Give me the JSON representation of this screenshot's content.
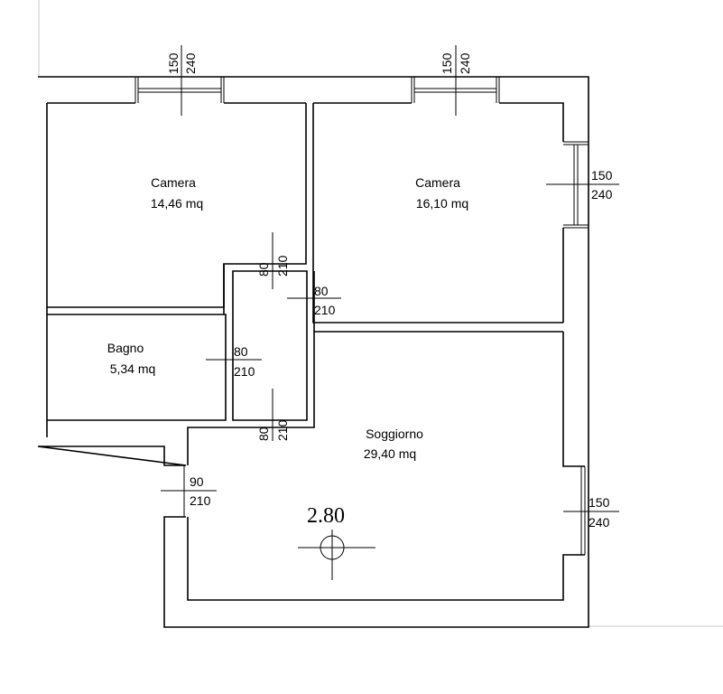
{
  "rooms": {
    "camera_left": {
      "name": "Camera",
      "area": "14,46 mq"
    },
    "camera_right": {
      "name": "Camera",
      "area": "16,10 mq"
    },
    "bagno": {
      "name": "Bagno",
      "area": "5,34 mq"
    },
    "soggiorno": {
      "name": "Soggiorno",
      "area": "29,40 mq"
    }
  },
  "windows": {
    "top_left": {
      "width": "150",
      "height": "240"
    },
    "top_right": {
      "width": "150",
      "height": "240"
    },
    "right_upper": {
      "width": "150",
      "height": "240"
    },
    "right_lower": {
      "width": "150",
      "height": "240"
    }
  },
  "doors": {
    "camera_left": {
      "width": "80",
      "height": "210"
    },
    "camera_right": {
      "width": "80",
      "height": "210"
    },
    "bagno": {
      "width": "80",
      "height": "210"
    },
    "soggiorno": {
      "width": "80",
      "height": "210"
    },
    "entrance": {
      "width": "90",
      "height": "210"
    }
  },
  "ceiling_height": "2.80"
}
